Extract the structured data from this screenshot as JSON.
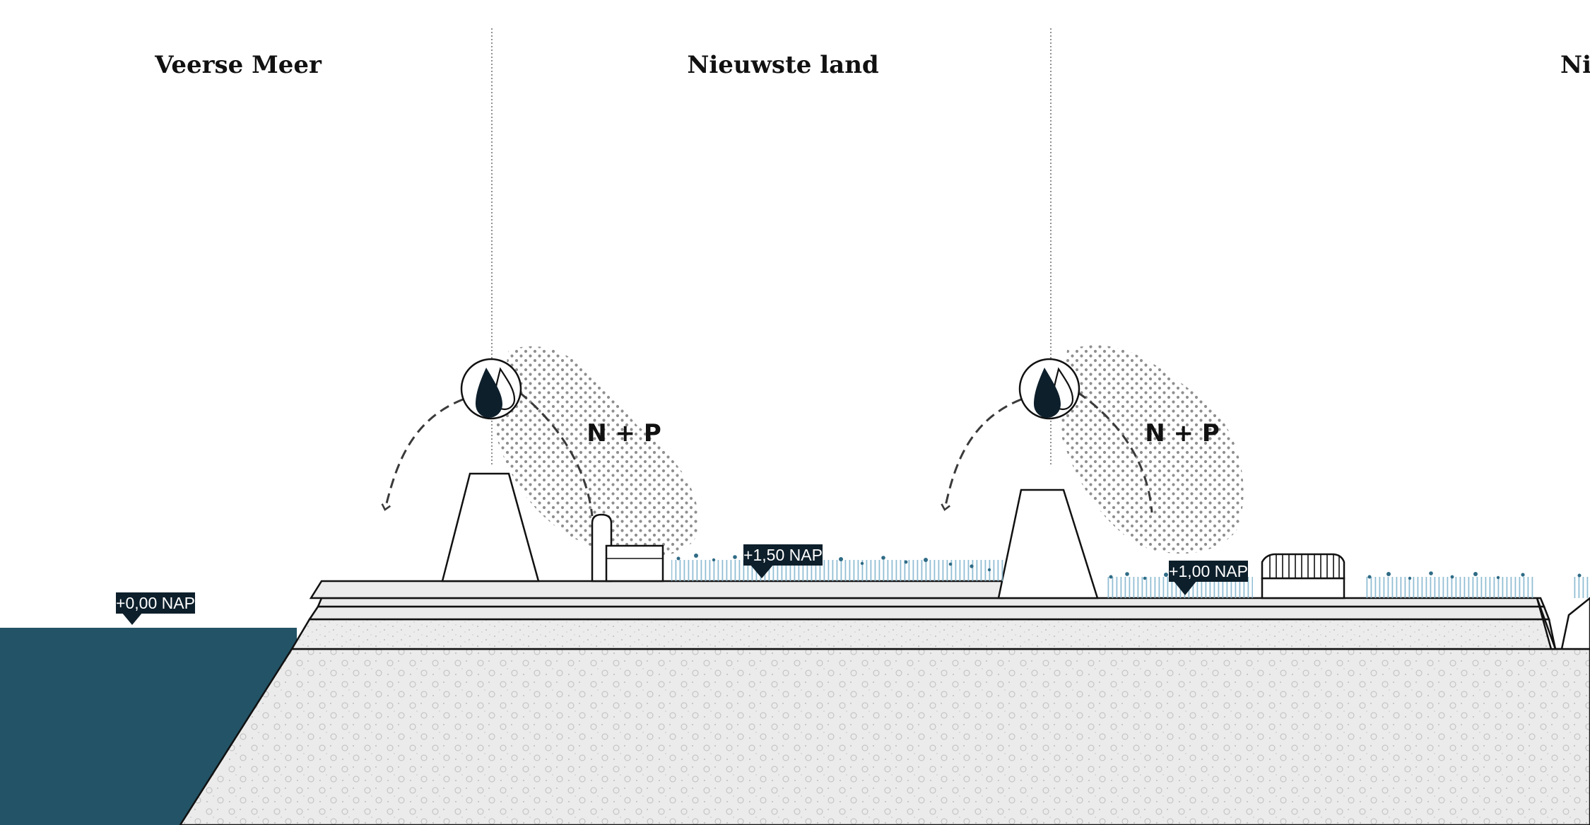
{
  "zones": [
    {
      "id": "veerse-meer",
      "title": "Veerse Meer"
    },
    {
      "id": "nieuwste-land",
      "title": "Nieuwste land"
    },
    {
      "id": "right-edge",
      "title": "Ni"
    }
  ],
  "nutrients": [
    {
      "label": "N + P"
    },
    {
      "label": "N + P"
    }
  ],
  "levels": [
    {
      "label": "+0,00 NAP"
    },
    {
      "label": "+1,50 NAP"
    },
    {
      "label": "+1,00 NAP"
    }
  ],
  "icons": {
    "water_node": "water-drops-icon",
    "building_1": "house-icon",
    "building_2": "greenhouse-icon"
  },
  "colors": {
    "water": "#235366",
    "ground_fill": "#ebebeb",
    "nutrient_dots": "#8f8f8f",
    "vegetation_blue": "#7fb2cc",
    "vegetation_dots": "#2f6b85",
    "label_bg": "#0d1f2b",
    "line": "#111111"
  }
}
